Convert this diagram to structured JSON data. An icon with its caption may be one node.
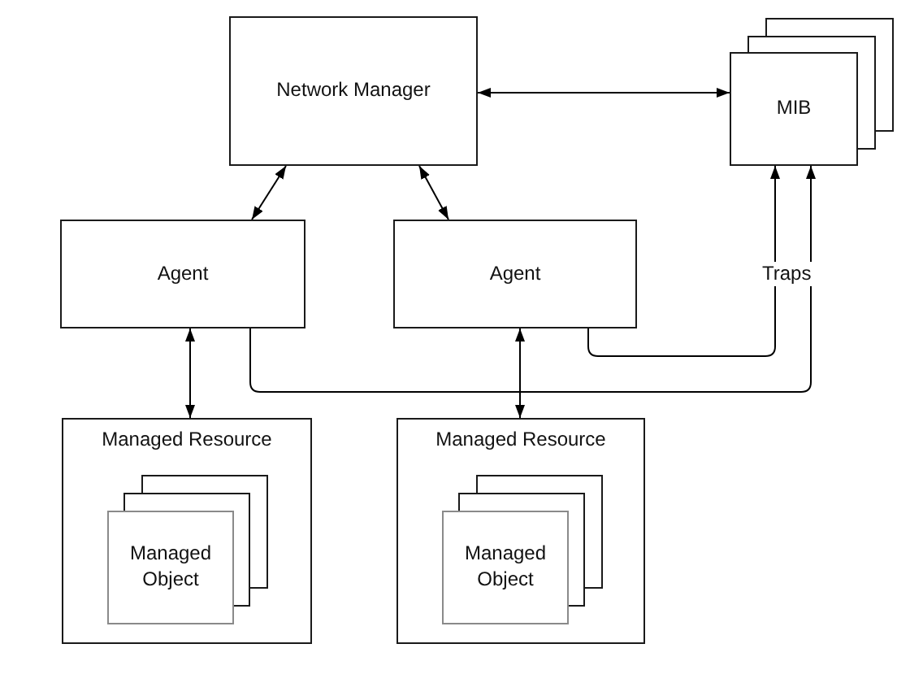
{
  "diagram": {
    "nodes": [
      {
        "text": [
          "Network Manager"
        ]
      },
      {
        "text": [
          "MIB"
        ]
      },
      {
        "text": [
          "Agent"
        ]
      },
      {
        "text": [
          "Agent"
        ]
      },
      {
        "text": [
          "Managed Resource"
        ]
      },
      {
        "text": [
          "Managed Object"
        ],
        "in": 4
      },
      {
        "text": [
          "Managed Resource"
        ]
      },
      {
        "text": [
          "Managed Object"
        ],
        "in": 6
      }
    ],
    "edges": [
      {
        "from": 0,
        "to": 1,
        "arrow": "both"
      },
      {
        "from": 0,
        "to": 2,
        "arrow": "both"
      },
      {
        "from": 0,
        "to": 3,
        "arrow": "both"
      },
      {
        "from": 3,
        "to": 1,
        "arrow": "to"
      },
      {
        "from": 2,
        "to": 1,
        "arrow": "to"
      },
      {
        "from": 2,
        "to": 4,
        "arrow": "both"
      },
      {
        "from": 3,
        "to": 6,
        "arrow": "both"
      }
    ],
    "labels": [
      "Traps"
    ]
  }
}
